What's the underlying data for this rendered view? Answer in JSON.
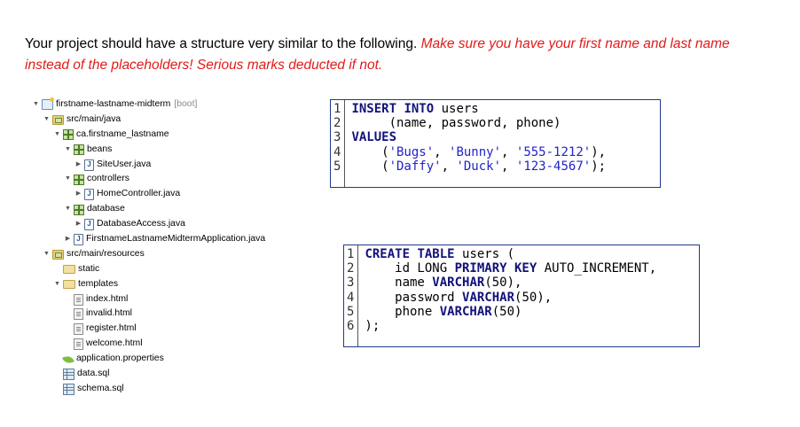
{
  "intro": {
    "text": "Your project should have a structure very similar to the following. ",
    "warning": "Make sure you have your first name and last name instead of the placeholders! Serious marks deducted if not."
  },
  "tree": [
    {
      "depth": 0,
      "toggle": "▼",
      "icon": "project",
      "label": "firstname-lastname-midterm",
      "suffix": "[boot]"
    },
    {
      "depth": 1,
      "toggle": "▼",
      "icon": "srcfolder",
      "label": "src/main/java"
    },
    {
      "depth": 2,
      "toggle": "▼",
      "icon": "package",
      "label": "ca.firstname_lastname"
    },
    {
      "depth": 3,
      "toggle": "▼",
      "icon": "package",
      "label": "beans"
    },
    {
      "depth": 4,
      "toggle": "▶",
      "icon": "java",
      "label": "SiteUser.java"
    },
    {
      "depth": 3,
      "toggle": "▼",
      "icon": "package",
      "label": "controllers"
    },
    {
      "depth": 4,
      "toggle": "▶",
      "icon": "java",
      "label": "HomeController.java"
    },
    {
      "depth": 3,
      "toggle": "▼",
      "icon": "package",
      "label": "database"
    },
    {
      "depth": 4,
      "toggle": "▶",
      "icon": "java",
      "label": "DatabaseAccess.java"
    },
    {
      "depth": 3,
      "toggle": "▶",
      "icon": "java",
      "label": "FirstnameLastnameMidtermApplication.java"
    },
    {
      "depth": 1,
      "toggle": "▼",
      "icon": "srcfolder",
      "label": "src/main/resources"
    },
    {
      "depth": 2,
      "toggle": "",
      "icon": "folder",
      "label": "static"
    },
    {
      "depth": 2,
      "toggle": "▼",
      "icon": "folder",
      "label": "templates"
    },
    {
      "depth": 3,
      "toggle": "",
      "icon": "html",
      "label": "index.html"
    },
    {
      "depth": 3,
      "toggle": "",
      "icon": "html",
      "label": "invalid.html"
    },
    {
      "depth": 3,
      "toggle": "",
      "icon": "html",
      "label": "register.html"
    },
    {
      "depth": 3,
      "toggle": "",
      "icon": "html",
      "label": "welcome.html"
    },
    {
      "depth": 2,
      "toggle": "",
      "icon": "leaf",
      "label": "application.properties"
    },
    {
      "depth": 2,
      "toggle": "",
      "icon": "sql",
      "label": "data.sql"
    },
    {
      "depth": 2,
      "toggle": "",
      "icon": "sql",
      "label": "schema.sql"
    }
  ],
  "insert_code": [
    {
      "n": "1",
      "tokens": [
        {
          "t": " "
        },
        {
          "t": "INSERT INTO",
          "c": "kw"
        },
        {
          "t": " users"
        }
      ]
    },
    {
      "n": "2",
      "tokens": [
        {
          "t": "      (name, password, phone)"
        }
      ]
    },
    {
      "n": "3",
      "tokens": [
        {
          "t": " "
        },
        {
          "t": "VALUES",
          "c": "kw"
        }
      ]
    },
    {
      "n": "4",
      "tokens": [
        {
          "t": "     ("
        },
        {
          "t": "'Bugs'",
          "c": "str"
        },
        {
          "t": ", "
        },
        {
          "t": "'Bunny'",
          "c": "str"
        },
        {
          "t": ", "
        },
        {
          "t": "'555-1212'",
          "c": "str"
        },
        {
          "t": "),"
        }
      ]
    },
    {
      "n": "5",
      "tokens": [
        {
          "t": "     ("
        },
        {
          "t": "'Daffy'",
          "c": "str"
        },
        {
          "t": ", "
        },
        {
          "t": "'Duck'",
          "c": "str"
        },
        {
          "t": ", "
        },
        {
          "t": "'123-4567'",
          "c": "str"
        },
        {
          "t": ");"
        }
      ]
    }
  ],
  "create_code": [
    {
      "n": "1",
      "tokens": [
        {
          "t": " "
        },
        {
          "t": "CREATE TABLE",
          "c": "kw"
        },
        {
          "t": " users ("
        }
      ]
    },
    {
      "n": "2",
      "tokens": [
        {
          "t": "     id LONG "
        },
        {
          "t": "PRIMARY KEY",
          "c": "kw"
        },
        {
          "t": " AUTO_INCREMENT,"
        }
      ]
    },
    {
      "n": "3",
      "tokens": [
        {
          "t": "     name "
        },
        {
          "t": "VARCHAR",
          "c": "kw"
        },
        {
          "t": "(50),"
        }
      ]
    },
    {
      "n": "4",
      "tokens": [
        {
          "t": "     password "
        },
        {
          "t": "VARCHAR",
          "c": "kw"
        },
        {
          "t": "(50),"
        }
      ]
    },
    {
      "n": "5",
      "tokens": [
        {
          "t": "     phone "
        },
        {
          "t": "VARCHAR",
          "c": "kw"
        },
        {
          "t": "(50)"
        }
      ]
    },
    {
      "n": "6",
      "tokens": [
        {
          "t": " );"
        }
      ]
    }
  ]
}
